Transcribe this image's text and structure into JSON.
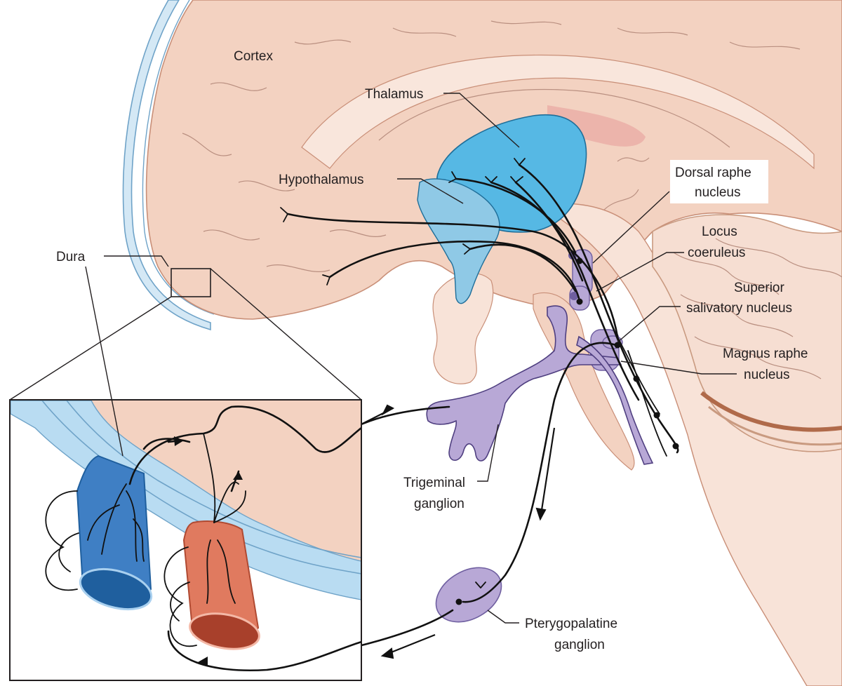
{
  "labels": {
    "cortex": "Cortex",
    "thalamus": "Thalamus",
    "hypothalamus": "Hypothalamus",
    "dorsal_raphe_1": "Dorsal raphe",
    "dorsal_raphe_2": "nucleus",
    "locus_1": "Locus",
    "locus_2": "coeruleus",
    "superior_1": "Superior",
    "superior_2": "salivatory nucleus",
    "magnus_1": "Magnus raphe",
    "magnus_2": "nucleus",
    "dura": "Dura",
    "trigeminal_1": "Trigeminal",
    "trigeminal_2": "ganglion",
    "ptery_1": "Pterygopalatine",
    "ptery_2": "ganglion"
  },
  "colors": {
    "brain": "#f3d2c1",
    "brain_light": "#f9e6dc",
    "brain_outline": "#c98f78",
    "dura": "#d4e8f5",
    "dura_outline": "#6fa3c8",
    "thalamus": "#56b8e4",
    "hypothalamus": "#8fc9e6",
    "nucleus": "#b8a8d6",
    "nucleus_dark": "#6f5fa0",
    "artery": "#e07a5f",
    "vein": "#3f7fc4",
    "cerebellum": "#f6ded2",
    "cerebellum_edge": "#c99a80",
    "inset_dura": "#b9dcf2"
  }
}
